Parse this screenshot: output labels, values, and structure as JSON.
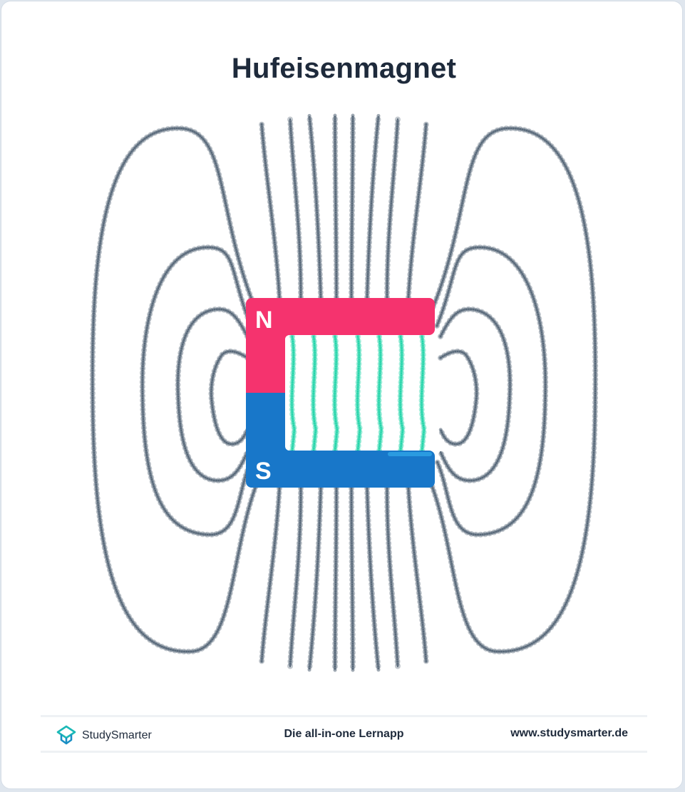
{
  "title": "Hufeisenmagnet",
  "magnet": {
    "north_label": "N",
    "south_label": "S",
    "north_color": "#f5336e",
    "south_color": "#1877c9",
    "highlight_color": "#2a9be0",
    "inner_field_color": "#1ad3a6"
  },
  "field_lines": {
    "color": "#4f6172"
  },
  "footer": {
    "brand": "StudySmarter",
    "tagline": "Die all-in-one Lernapp",
    "url": "www.studysmarter.de",
    "logo_color": "#1cb9b7"
  }
}
